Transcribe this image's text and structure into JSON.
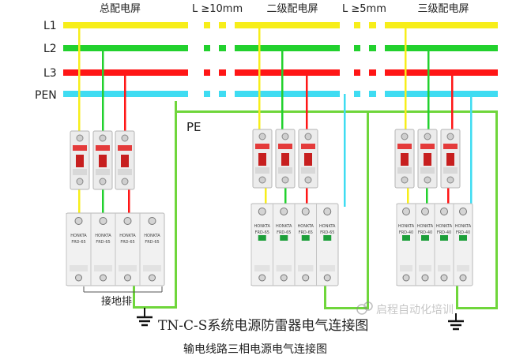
{
  "colors": {
    "L1": "#f7ee1a",
    "L2": "#22d12e",
    "L3": "#ff1616",
    "PEN": "#3fdcf2",
    "PE": "#6fd63b"
  },
  "lines": {
    "l1": "L1",
    "l2": "L2",
    "l3": "L3",
    "pen": "PEN",
    "pe": "PE"
  },
  "panels": {
    "main": "总配电屏",
    "secondary": "二级配电屏",
    "tertiary": "三级配电屏"
  },
  "distances": {
    "d1": "L ≥10mm",
    "d2": "L ≥5mm"
  },
  "labels": {
    "ground_bar": "接地排"
  },
  "titles": {
    "main": "TN-C-S系统电源防雷器电气连接图",
    "sub": "输电线路三相电源电气连接图"
  },
  "watermark": "启程自动化培训",
  "device_text": {
    "brand": "HONKTA",
    "spd_model": "FRD-65",
    "spd_model_alt": "FRD-40"
  }
}
